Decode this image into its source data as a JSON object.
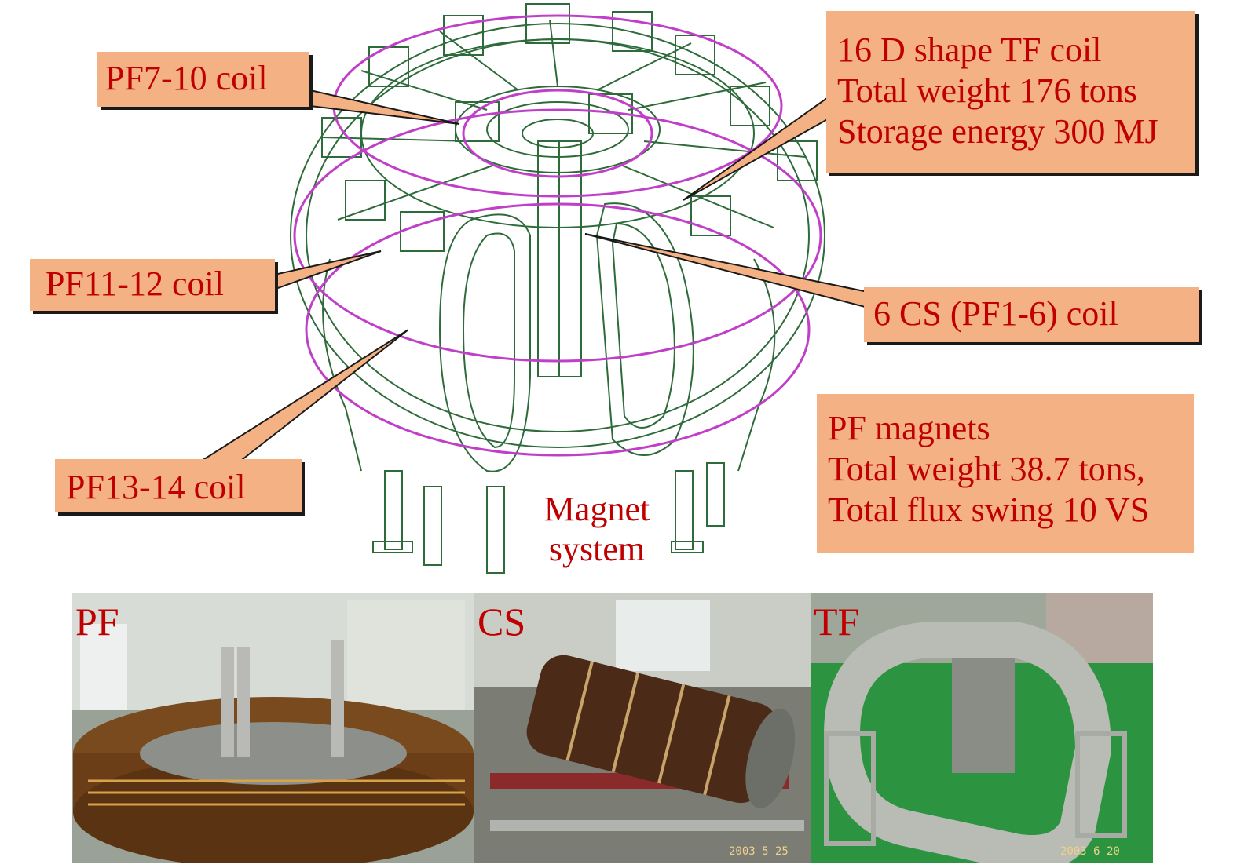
{
  "title": "Magnet system",
  "title_lines": [
    "Magnet",
    "system"
  ],
  "callouts": {
    "pf7_10": "PF7-10 coil",
    "pf11_12": "PF11-12 coil",
    "pf13_14": "PF13-14 coil",
    "cs": "6 CS (PF1-6) coil",
    "tf": [
      "16 D shape TF coil",
      "Total weight 176 tons",
      "Storage energy 300 MJ"
    ],
    "pf_magnets": [
      "PF magnets",
      "Total weight 38.7 tons,",
      "Total flux swing 10 VS"
    ]
  },
  "photos": [
    {
      "tag": "PF",
      "stamp": ""
    },
    {
      "tag": "CS",
      "stamp": "2003 5 25"
    },
    {
      "tag": "TF",
      "stamp": "2003 6 20"
    }
  ],
  "colors": {
    "callout_fill": "#f4b183",
    "callout_text": "#c00000",
    "line_drawing": "#2e6b3a",
    "pf_coil_ring": "#c03fc8"
  }
}
